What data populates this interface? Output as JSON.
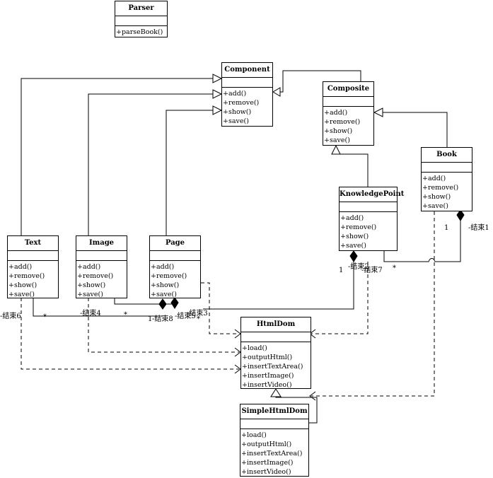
{
  "classes": {
    "parser": {
      "name": "Parser",
      "ops": [
        "+parseBook()"
      ]
    },
    "component": {
      "name": "Component",
      "ops": [
        "+add()",
        "+remove()",
        "+show()",
        "+save()"
      ]
    },
    "composite": {
      "name": "Composite",
      "ops": [
        "+add()",
        "+remove()",
        "+show()",
        "+save()"
      ]
    },
    "book": {
      "name": "Book",
      "ops": [
        "+add()",
        "+remove()",
        "+show()",
        "+save()"
      ]
    },
    "knowledge_point": {
      "name": "KnowledgePoint",
      "ops": [
        "+add()",
        "+remove()",
        "+show()",
        "+save()"
      ]
    },
    "text": {
      "name": "Text",
      "ops": [
        "+add()",
        "+remove()",
        "+show()",
        "+save()"
      ]
    },
    "image": {
      "name": "Image",
      "ops": [
        "+add()",
        "+remove()",
        "+show()",
        "+save()"
      ]
    },
    "page": {
      "name": "Page",
      "ops": [
        "+add()",
        "+remove()",
        "+show()",
        "+save()"
      ]
    },
    "html_dom": {
      "name": "HtmlDom",
      "ops": [
        "+load()",
        "+outputHtml()",
        "+insertTextArea()",
        "+insertImage()",
        "+insertVideo()"
      ]
    },
    "simple_html_dom": {
      "name": "SimpleHtmlDom",
      "ops": [
        "+load()",
        "+outputHtml()",
        "+insertTextArea()",
        "+insertImage()",
        "+insertVideo()"
      ]
    }
  },
  "labels": {
    "book_mult": "1",
    "book_end": "-结束1",
    "kp_mult_one": "1",
    "kp_end": "-结束2",
    "kp_end7": "-结束7",
    "kp_mult_many": "*",
    "text_end": "-结束6",
    "text_mult": "*",
    "image_end": "-结束4",
    "image_mult": "*",
    "page_mult": "1",
    "page_end8": "-结束8",
    "page_end5": "-结束5",
    "page_end3": "-结束3",
    "page_star": "*"
  }
}
